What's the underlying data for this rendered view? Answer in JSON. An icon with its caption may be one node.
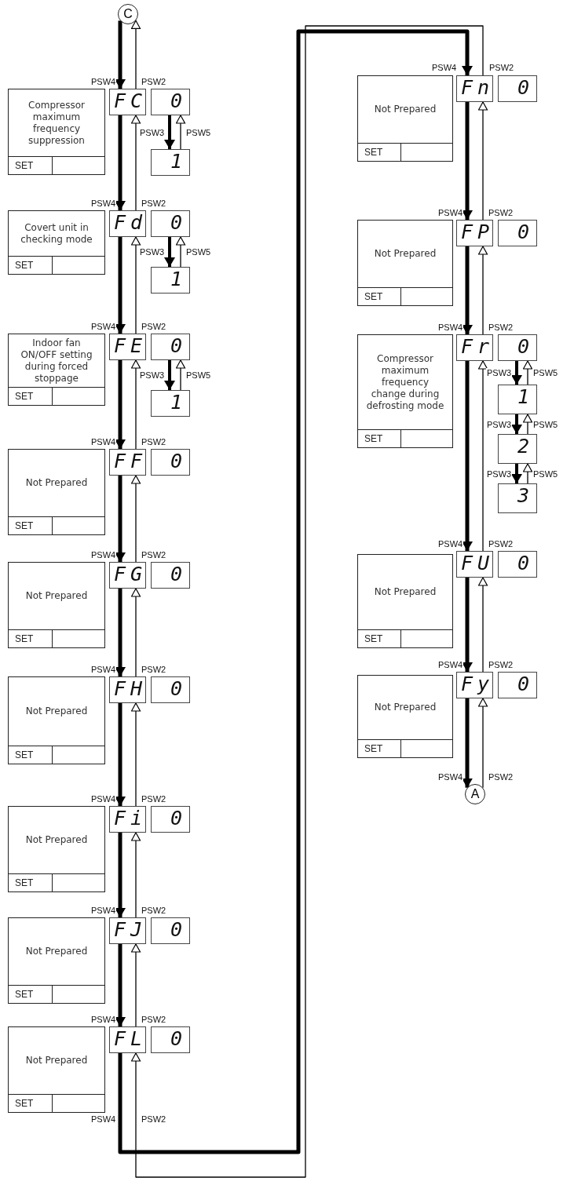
{
  "diagram": {
    "nodes": [
      {
        "text": [
          "C"
        ]
      },
      {
        "text": [
          "Compressor maximum frequency suppression",
          "SET"
        ]
      },
      {
        "text": [
          "FC"
        ]
      },
      {
        "text": [
          "0"
        ]
      },
      {
        "text": [
          "1"
        ]
      },
      {
        "text": [
          "Covert unit in checking mode",
          "SET"
        ]
      },
      {
        "text": [
          "Fd"
        ]
      },
      {
        "text": [
          "0"
        ]
      },
      {
        "text": [
          "1"
        ]
      },
      {
        "text": [
          "Indoor fan ON/OFF setting during forced stoppage",
          "SET"
        ]
      },
      {
        "text": [
          "FE"
        ]
      },
      {
        "text": [
          "0"
        ]
      },
      {
        "text": [
          "1"
        ]
      },
      {
        "text": [
          "Not Prepared",
          "SET"
        ]
      },
      {
        "text": [
          "FF"
        ]
      },
      {
        "text": [
          "0"
        ]
      },
      {
        "text": [
          "Not Prepared",
          "SET"
        ]
      },
      {
        "text": [
          "FG"
        ]
      },
      {
        "text": [
          "0"
        ]
      },
      {
        "text": [
          "Not Prepared",
          "SET"
        ]
      },
      {
        "text": [
          "FH"
        ]
      },
      {
        "text": [
          "0"
        ]
      },
      {
        "text": [
          "Not Prepared",
          "SET"
        ]
      },
      {
        "text": [
          "Fi"
        ]
      },
      {
        "text": [
          "0"
        ]
      },
      {
        "text": [
          "Not Prepared",
          "SET"
        ]
      },
      {
        "text": [
          "FJ"
        ]
      },
      {
        "text": [
          "0"
        ]
      },
      {
        "text": [
          "Not Prepared",
          "SET"
        ]
      },
      {
        "text": [
          "FL"
        ]
      },
      {
        "text": [
          "0"
        ]
      },
      {
        "text": [
          "Not Prepared",
          "SET"
        ]
      },
      {
        "text": [
          "Fn"
        ]
      },
      {
        "text": [
          "0"
        ]
      },
      {
        "text": [
          "Not Prepared",
          "SET"
        ]
      },
      {
        "text": [
          "FP"
        ]
      },
      {
        "text": [
          "0"
        ]
      },
      {
        "text": [
          "Compressor maximum frequency change during defrosting mode",
          "SET"
        ]
      },
      {
        "text": [
          "Fr"
        ]
      },
      {
        "text": [
          "0"
        ]
      },
      {
        "text": [
          "1"
        ]
      },
      {
        "text": [
          "2"
        ]
      },
      {
        "text": [
          "3"
        ]
      },
      {
        "text": [
          "Not Prepared",
          "SET"
        ]
      },
      {
        "text": [
          "FU"
        ]
      },
      {
        "text": [
          "0"
        ]
      },
      {
        "text": [
          "Not Prepared",
          "SET"
        ]
      },
      {
        "text": [
          "Fy"
        ]
      },
      {
        "text": [
          "0"
        ]
      },
      {
        "text": [
          "A"
        ]
      }
    ],
    "edges": [
      {
        "from": 0,
        "to": 2,
        "arrow": "to",
        "label": "PSW4",
        "style": "thick"
      },
      {
        "from": 2,
        "to": 0,
        "arrow": "to",
        "label": "PSW2"
      },
      {
        "from": 3,
        "to": 4,
        "arrow": "to",
        "label": "PSW3",
        "style": "thick"
      },
      {
        "from": 4,
        "to": 3,
        "arrow": "to",
        "label": "PSW5"
      },
      {
        "from": 2,
        "to": 6,
        "arrow": "to",
        "label": "PSW4",
        "style": "thick"
      },
      {
        "from": 6,
        "to": 2,
        "arrow": "to",
        "label": "PSW2"
      },
      {
        "from": 7,
        "to": 8,
        "arrow": "to",
        "label": "PSW3",
        "style": "thick"
      },
      {
        "from": 8,
        "to": 7,
        "arrow": "to",
        "label": "PSW5"
      },
      {
        "from": 6,
        "to": 10,
        "arrow": "to",
        "label": "PSW4",
        "style": "thick"
      },
      {
        "from": 10,
        "to": 6,
        "arrow": "to",
        "label": "PSW2"
      },
      {
        "from": 11,
        "to": 12,
        "arrow": "to",
        "label": "PSW3",
        "style": "thick"
      },
      {
        "from": 12,
        "to": 11,
        "arrow": "to",
        "label": "PSW5"
      },
      {
        "from": 10,
        "to": 14,
        "arrow": "to",
        "label": "PSW4",
        "style": "thick"
      },
      {
        "from": 14,
        "to": 10,
        "arrow": "to",
        "label": "PSW2"
      },
      {
        "from": 14,
        "to": 17,
        "arrow": "to",
        "label": "PSW4",
        "style": "thick"
      },
      {
        "from": 17,
        "to": 14,
        "arrow": "to",
        "label": "PSW2"
      },
      {
        "from": 17,
        "to": 20,
        "arrow": "to",
        "label": "PSW4",
        "style": "thick"
      },
      {
        "from": 20,
        "to": 17,
        "arrow": "to",
        "label": "PSW2"
      },
      {
        "from": 20,
        "to": 23,
        "arrow": "to",
        "label": "PSW4",
        "style": "thick"
      },
      {
        "from": 23,
        "to": 20,
        "arrow": "to",
        "label": "PSW2"
      },
      {
        "from": 23,
        "to": 26,
        "arrow": "to",
        "label": "PSW4",
        "style": "thick"
      },
      {
        "from": 26,
        "to": 23,
        "arrow": "to",
        "label": "PSW2"
      },
      {
        "from": 26,
        "to": 29,
        "arrow": "to",
        "label": "PSW4",
        "style": "thick"
      },
      {
        "from": 29,
        "to": 26,
        "arrow": "to",
        "label": "PSW2"
      },
      {
        "from": 29,
        "to": 32,
        "arrow": "to",
        "label": "PSW4",
        "style": "thick"
      },
      {
        "from": 32,
        "to": 29,
        "arrow": "to",
        "label": "PSW2"
      },
      {
        "from": 32,
        "to": 35,
        "arrow": "to",
        "label": "PSW4",
        "style": "thick"
      },
      {
        "from": 35,
        "to": 32,
        "arrow": "to",
        "label": "PSW2"
      },
      {
        "from": 35,
        "to": 38,
        "arrow": "to",
        "label": "PSW4",
        "style": "thick"
      },
      {
        "from": 38,
        "to": 35,
        "arrow": "to",
        "label": "PSW2"
      },
      {
        "from": 39,
        "to": 40,
        "arrow": "to",
        "label": "PSW3",
        "style": "thick"
      },
      {
        "from": 40,
        "to": 39,
        "arrow": "to",
        "label": "PSW5"
      },
      {
        "from": 40,
        "to": 41,
        "arrow": "to",
        "label": "PSW3",
        "style": "thick"
      },
      {
        "from": 41,
        "to": 40,
        "arrow": "to",
        "label": "PSW5"
      },
      {
        "from": 41,
        "to": 42,
        "arrow": "to",
        "label": "PSW3",
        "style": "thick"
      },
      {
        "from": 42,
        "to": 41,
        "arrow": "to",
        "label": "PSW5"
      },
      {
        "from": 38,
        "to": 44,
        "arrow": "to",
        "label": "PSW4",
        "style": "thick"
      },
      {
        "from": 44,
        "to": 38,
        "arrow": "to",
        "label": "PSW2"
      },
      {
        "from": 44,
        "to": 47,
        "arrow": "to",
        "label": "PSW4",
        "style": "thick"
      },
      {
        "from": 47,
        "to": 44,
        "arrow": "to",
        "label": "PSW2"
      },
      {
        "from": 47,
        "to": 49,
        "arrow": "to",
        "label": "PSW4",
        "style": "thick"
      },
      {
        "from": 49,
        "to": 47,
        "arrow": "to",
        "label": "PSW2"
      }
    ],
    "labels": [
      "PSW4",
      "PSW2"
    ]
  }
}
